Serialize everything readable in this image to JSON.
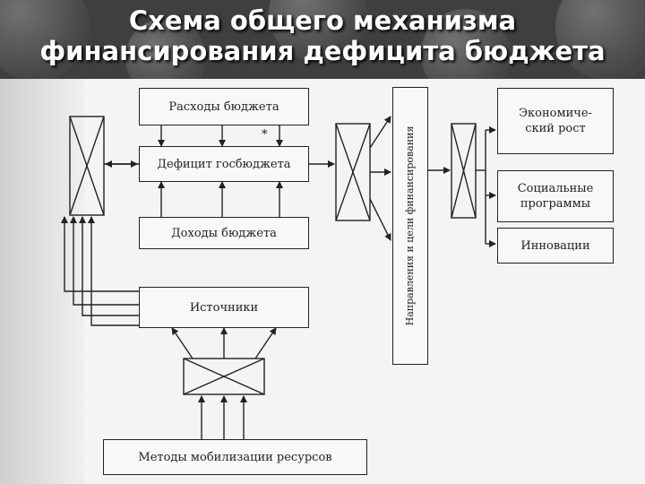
{
  "title": {
    "line1": "Схема общего механизма",
    "line2": "финансирования дефицита бюджета"
  },
  "diagram": {
    "expenses": "Расходы бюджета",
    "deficit": "Дефицит госбюджета",
    "revenues": "Доходы бюджета",
    "sources": "Источники",
    "methods": "Методы мобилизации ресурсов",
    "directions": "Направления и цели финансирования",
    "outcome_growth": "Экономиче-\nский рост",
    "outcome_social": "Социальные\nпрограммы",
    "outcome_innovations": "Инновации",
    "marker": "*"
  },
  "colors": {
    "header_bg": "#3f3f3f",
    "line": "#222222",
    "box_fill": "#f8f8f8"
  }
}
